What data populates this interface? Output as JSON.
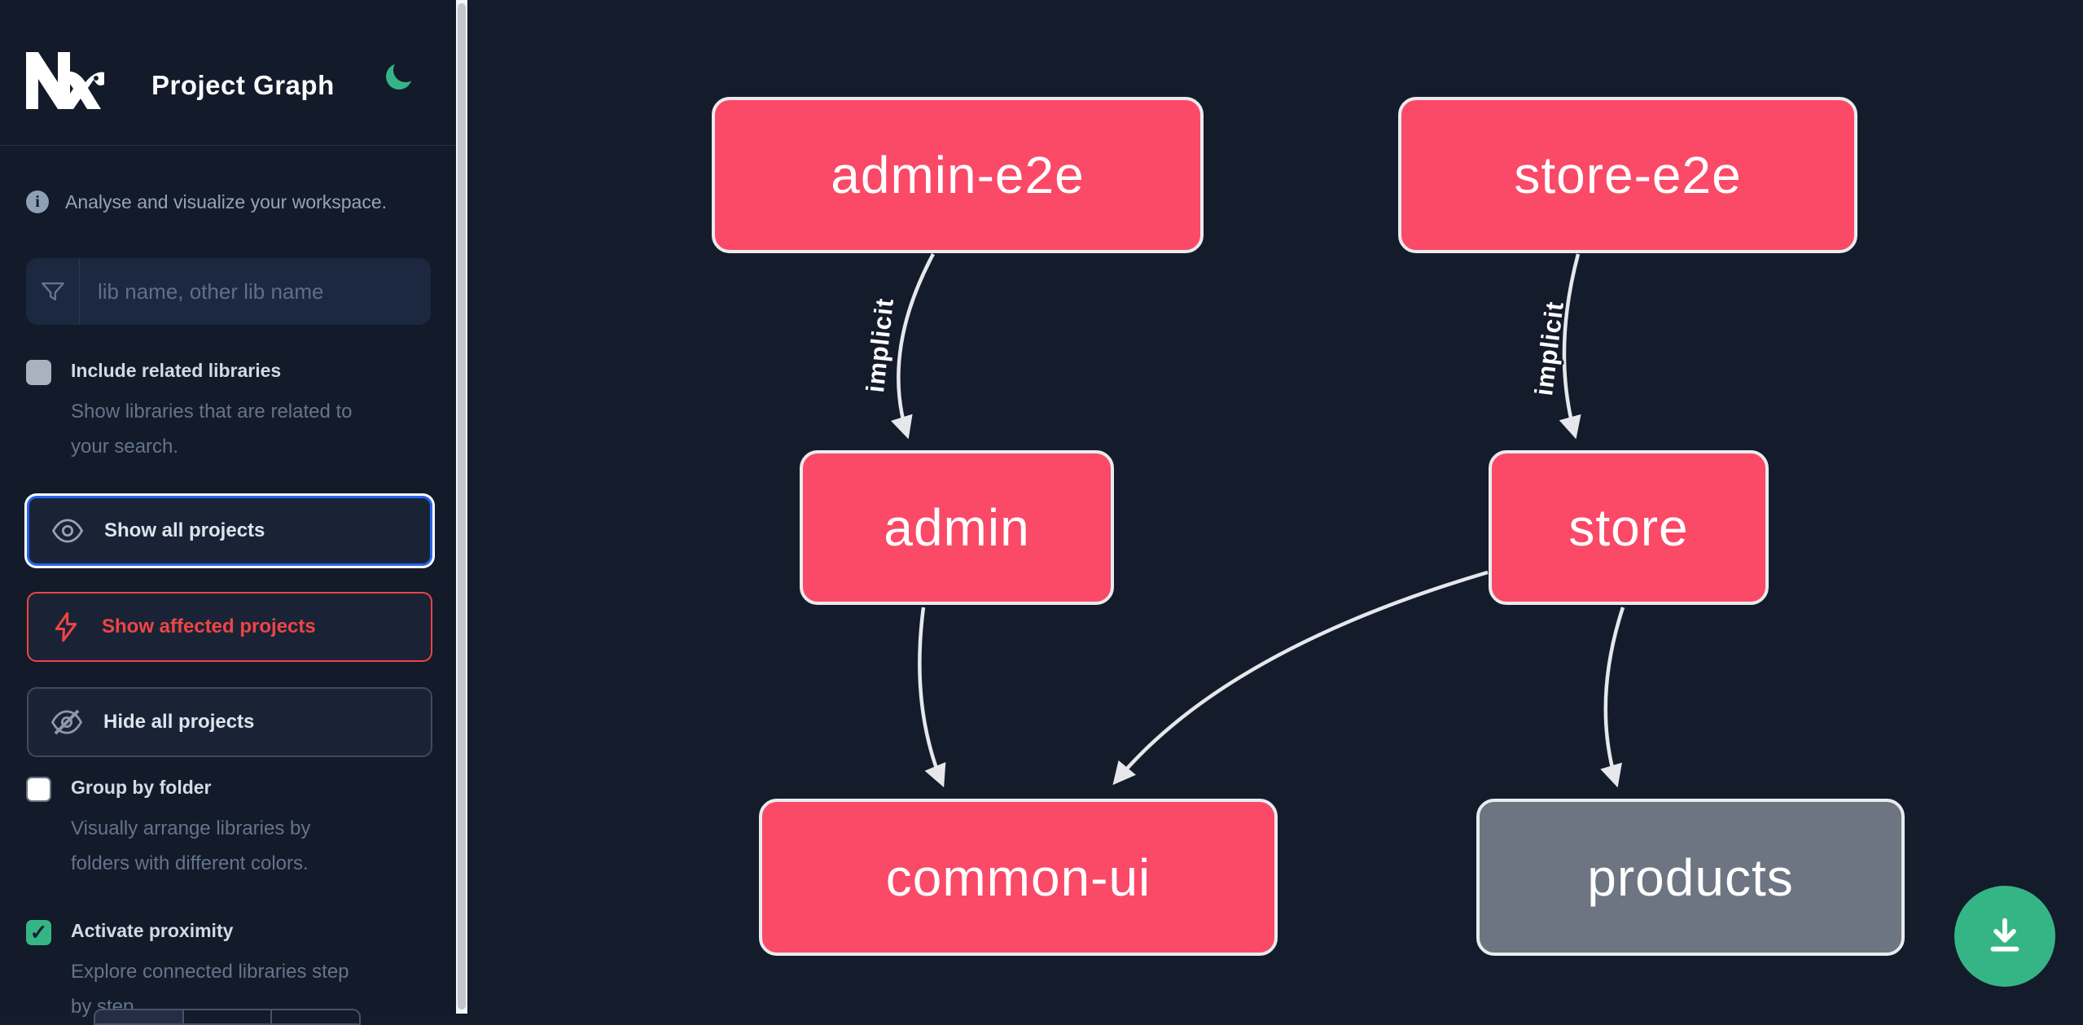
{
  "header": {
    "logo": "Nx",
    "title": "Project Graph",
    "theme_icon": "moon",
    "accent_green": "#35b586"
  },
  "sidebar": {
    "info_text": "Analyse and visualize your workspace.",
    "search": {
      "placeholder": "lib name, other lib name",
      "value": "",
      "icon": "funnel-filter"
    },
    "checkboxes": [
      {
        "label": "Include related libraries",
        "description": "Show libraries that are related to\nyour search.",
        "checked": false
      },
      {
        "label": "Group by folder",
        "description": "Visually arrange libraries by\nfolders with different colors.",
        "checked": false
      },
      {
        "label": "Activate proximity",
        "description": "Explore connected libraries step\nby step.",
        "checked": true,
        "checkmark": "✓"
      }
    ],
    "buttons": [
      {
        "label": "Show all projects",
        "icon": "eye",
        "state": "focused",
        "border_color": "#2563eb"
      },
      {
        "label": "Show affected projects",
        "icon": "lightning-bolt",
        "state": "default",
        "border_color": "#ef4444",
        "text_color": "#ef4444"
      },
      {
        "label": "Hide all projects",
        "icon": "eye-off",
        "state": "default",
        "border_color": "#3d4a5d"
      }
    ]
  },
  "graph": {
    "nodes": [
      {
        "id": "admin-e2e",
        "label": "admin-e2e",
        "kind": "app",
        "fill": "#fb4968"
      },
      {
        "id": "store-e2e",
        "label": "store-e2e",
        "kind": "app",
        "fill": "#fb4968"
      },
      {
        "id": "admin",
        "label": "admin",
        "kind": "app",
        "fill": "#fb4968"
      },
      {
        "id": "store",
        "label": "store",
        "kind": "app",
        "fill": "#fb4968"
      },
      {
        "id": "common-ui",
        "label": "common-ui",
        "kind": "lib",
        "fill": "#fb4968"
      },
      {
        "id": "products",
        "label": "products",
        "kind": "lib",
        "fill": "#6e7582"
      }
    ],
    "edges": [
      {
        "source": "admin-e2e",
        "target": "admin",
        "label": "implicit"
      },
      {
        "source": "store-e2e",
        "target": "store",
        "label": "implicit"
      },
      {
        "source": "admin",
        "target": "common-ui",
        "label": ""
      },
      {
        "source": "store",
        "target": "common-ui",
        "label": ""
      },
      {
        "source": "store",
        "target": "products",
        "label": ""
      }
    ],
    "colors": {
      "edge": "#e5e7eb",
      "node_border": "#e9ebee"
    }
  },
  "fab": {
    "icon": "download"
  }
}
